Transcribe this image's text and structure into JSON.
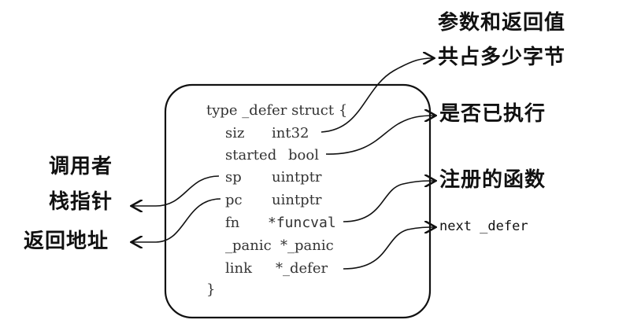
{
  "struct": {
    "header": "type _defer struct {",
    "fields": [
      {
        "name": "siz",
        "type": "int32"
      },
      {
        "name": "started",
        "type": "bool"
      },
      {
        "name": "sp",
        "type": "uintptr"
      },
      {
        "name": "pc",
        "type": "uintptr"
      },
      {
        "name": "fn",
        "type": "*funcval"
      },
      {
        "name": "_panic",
        "type": "*_panic"
      },
      {
        "name": "link",
        "type": "*_defer"
      }
    ],
    "closing": "}"
  },
  "annotations": {
    "siz_line1": "参数和返回值",
    "siz_line2": "共占多少字节",
    "started": "是否已执行",
    "sp_line1": "调用者",
    "sp_line2": "栈指针",
    "pc": "返回地址",
    "fn": "注册的函数",
    "link": "next _defer"
  }
}
